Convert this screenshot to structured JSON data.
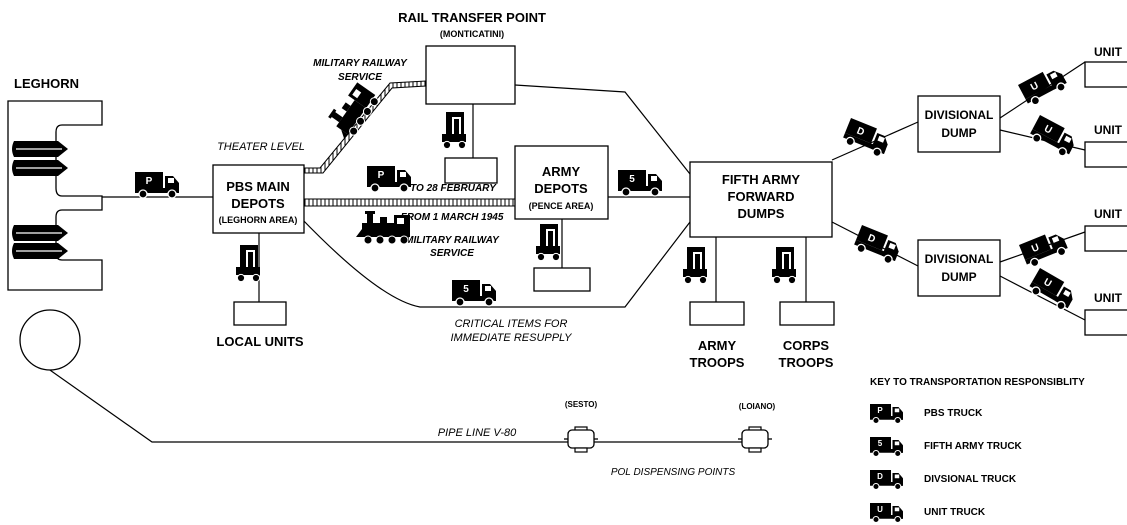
{
  "nodes": {
    "leghorn": "LEGHORN",
    "rail_transfer_title": "RAIL TRANSFER POINT",
    "rail_transfer_sub": "(MONTICATINI)",
    "theater_level": "THEATER LEVEL",
    "pbs_line1": "PBS MAIN",
    "pbs_line2": "DEPOTS",
    "pbs_sub": "(LEGHORN AREA)",
    "army_line1": "ARMY",
    "army_line2": "DEPOTS",
    "army_sub": "(PENCE AREA)",
    "fifth_line1": "FIFTH ARMY",
    "fifth_line2": "FORWARD",
    "fifth_line3": "DUMPS",
    "div_line1": "DIVISIONAL",
    "div_line2": "DUMP",
    "local_units": "LOCAL UNITS",
    "army_troops_1": "ARMY",
    "army_troops_2": "TROOPS",
    "corps_troops_1": "CORPS",
    "corps_troops_2": "TROOPS",
    "unit": "UNIT"
  },
  "annotations": {
    "mil_rail_1": "MILITARY RAILWAY",
    "mil_rail_2": "SERVICE",
    "to_28_feb": "TO 28 FEBRUARY",
    "from_1_march": "FROM 1 MARCH 1945",
    "mil_rail_3": "MILITARY RAILWAY",
    "mil_rail_4": "SERVICE",
    "critical_1": "CRITICAL ITEMS FOR",
    "critical_2": "IMMEDIATE RESUPPLY",
    "pipeline": "PIPE LINE V-80",
    "sesto": "(SESTO)",
    "loiano": "(LOIANO)",
    "pol_points": "POL DISPENSING POINTS"
  },
  "truck_codes": {
    "pbs": "P",
    "fifth_army": "5",
    "divisional": "D",
    "unit": "U"
  },
  "legend": {
    "title": "KEY TO TRANSPORTATION RESPONSIBLITY",
    "items": [
      {
        "code": "P",
        "label": "PBS TRUCK"
      },
      {
        "code": "5",
        "label": "FIFTH ARMY TRUCK"
      },
      {
        "code": "D",
        "label": "DIVSIONAL TRUCK"
      },
      {
        "code": "U",
        "label": "UNIT TRUCK"
      }
    ]
  }
}
